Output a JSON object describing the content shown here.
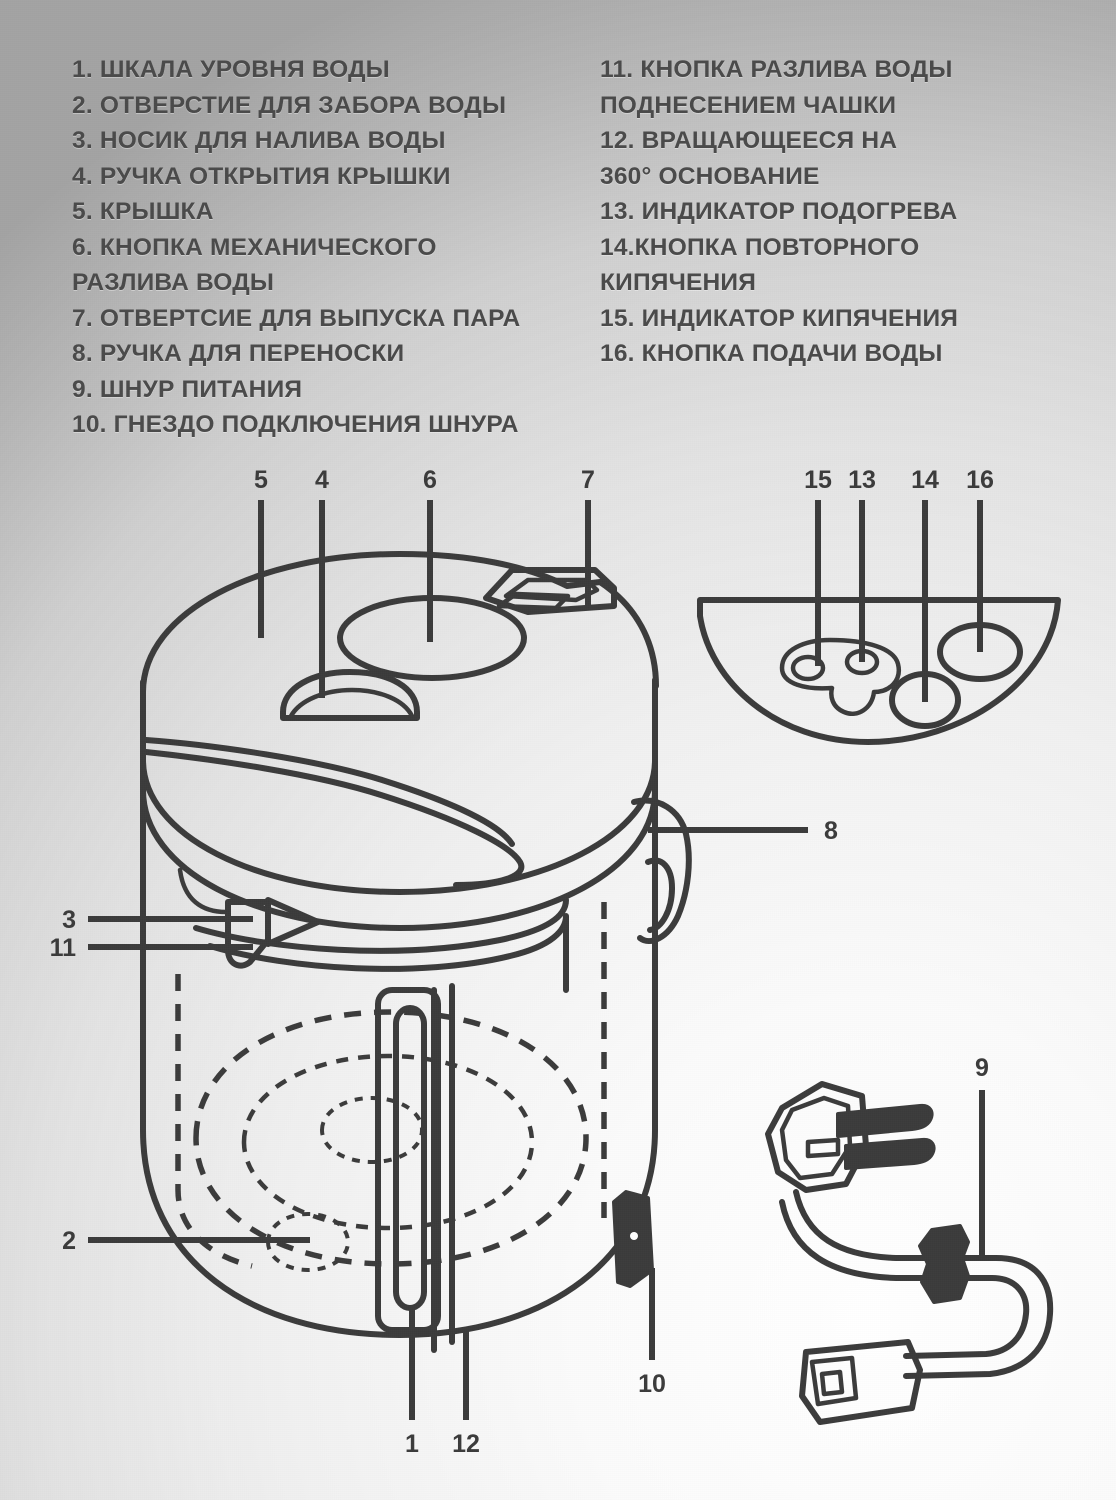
{
  "legend": {
    "left_column": [
      "1. ШКАЛА УРОВНЯ ВОДЫ",
      "2. ОТВЕРСТИЕ ДЛЯ ЗАБОРА ВОДЫ",
      "3. НОСИК ДЛЯ НАЛИВА ВОДЫ",
      "4. РУЧКА ОТКРЫТИЯ КРЫШКИ",
      "5. КРЫШКА",
      "6. КНОПКА МЕХАНИЧЕСКОГО",
      "РАЗЛИВА ВОДЫ",
      "7. ОТВЕРТСИЕ ДЛЯ ВЫПУСКА ПАРА",
      "8. РУЧКА ДЛЯ ПЕРЕНОСКИ",
      "9. ШНУР ПИТАНИЯ",
      "10. ГНЕЗДО ПОДКЛЮЧЕНИЯ ШНУРА"
    ],
    "right_column": [
      "11. КНОПКА РАЗЛИВА ВОДЫ",
      "ПОДНЕСЕНИЕМ ЧАШКИ",
      "12. ВРАЩАЮЩЕЕСЯ НА",
      "360° ОСНОВАНИЕ",
      "13. ИНДИКАТОР ПОДОГРЕВА",
      "14.КНОПКА ПОВТОРНОГО",
      "КИПЯЧЕНИЯ",
      "15. ИНДИКАТОР КИПЯЧЕНИЯ",
      "16. КНОПКА ПОДАЧИ ВОДЫ"
    ]
  },
  "callouts": {
    "lid": "5",
    "lid_open_handle": "4",
    "mechanical_pour_button": "6",
    "steam_vent": "7",
    "indicator_boil": "15",
    "indicator_heat": "13",
    "reboil_button": "14",
    "water_supply_button": "16",
    "carry_handle": "8",
    "spout": "3",
    "cup_pour_button": "11",
    "water_intake_hole": "2",
    "cord_socket": "10",
    "power_cord": "9",
    "water_level_scale": "1",
    "rotating_base": "12"
  },
  "colors": {
    "ink": "#3b3b3b",
    "legend_text": "#4a4a4a",
    "background_light": "#ffffff",
    "background_dark": "#a3a3a3"
  }
}
